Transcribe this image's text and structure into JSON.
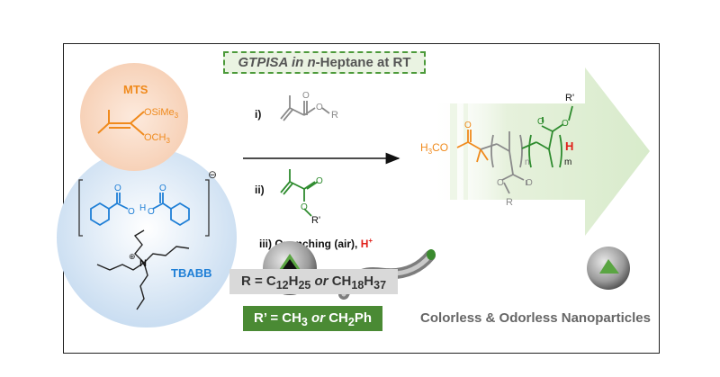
{
  "title": {
    "italic_part": "GTPISA in",
    "italic_solvent_prefix": "n",
    "rest": "-Heptane at RT"
  },
  "mts": {
    "label": "MTS",
    "group1": "OSiMe",
    "group1_sub": "3",
    "group2": "OCH",
    "group2_sub": "3"
  },
  "tbabb": {
    "label": "TBABB",
    "charge_minus": "⊖",
    "charge_plus": "⊕",
    "bridge_h": "H",
    "o": "O"
  },
  "steps": {
    "step1": "i)",
    "step2": "ii)",
    "step3_prefix": "iii) Quenching (air),",
    "step3_h": "H",
    "step3_sup": "+",
    "monomer1_r": "R",
    "monomer2_r": "R'"
  },
  "polymer": {
    "end_group": "H",
    "end_group_sub": "3",
    "end_group_tail": "CO",
    "n": "n",
    "m": "m",
    "h_end": "H",
    "r_side": "R",
    "rprime_side": "R'"
  },
  "r_definition": {
    "prefix": "R = C",
    "s1": "12",
    "h1": "H",
    "s2": "25",
    "or": "or",
    "ch": "CH",
    "s3": "18",
    "h2": "H",
    "s4": "37"
  },
  "rprime_definition": {
    "prefix": "R’ = CH",
    "s1": "3",
    "or": "or",
    "ch": "CH",
    "s2": "2",
    "ph": "Ph"
  },
  "nanoparticles_label": "Colorless & Odorless Nanoparticles",
  "colors": {
    "orange": "#f08a1c",
    "blue": "#1f7fd6",
    "green": "#2e8b2e",
    "red": "#e0201a",
    "gray": "#7f7f7f"
  }
}
